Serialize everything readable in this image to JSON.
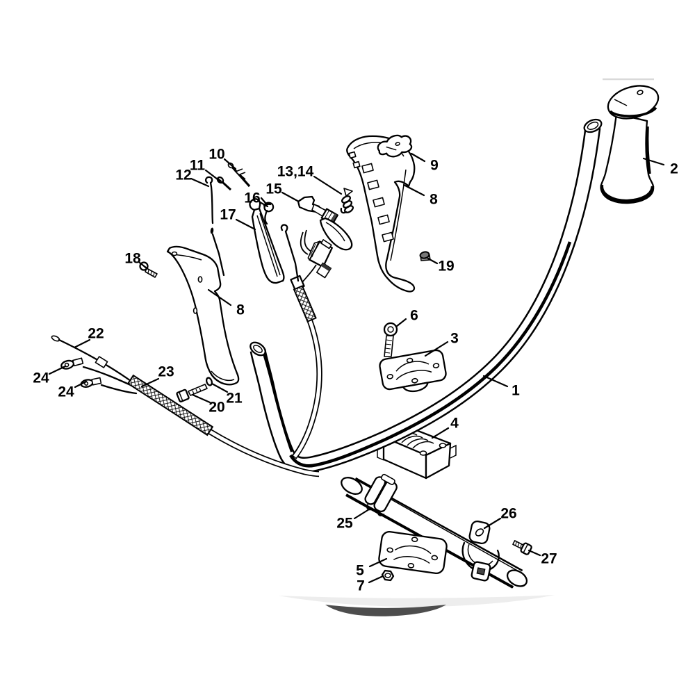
{
  "figure": {
    "type": "exploded-parts-diagram",
    "background": "#ffffff",
    "line_color": "#000000",
    "shadow_light": "#ededed",
    "shadow_dark": "#4d4d4d"
  },
  "callouts": [
    {
      "id": "1",
      "label": "1"
    },
    {
      "id": "2",
      "label": "2"
    },
    {
      "id": "3",
      "label": "3"
    },
    {
      "id": "4",
      "label": "4"
    },
    {
      "id": "5",
      "label": "5"
    },
    {
      "id": "6",
      "label": "6"
    },
    {
      "id": "7",
      "label": "7"
    },
    {
      "id": "8a",
      "label": "8"
    },
    {
      "id": "8b",
      "label": "8"
    },
    {
      "id": "9",
      "label": "9"
    },
    {
      "id": "10",
      "label": "10"
    },
    {
      "id": "11",
      "label": "11"
    },
    {
      "id": "12",
      "label": "12"
    },
    {
      "id": "13-14",
      "label": "13,14"
    },
    {
      "id": "15",
      "label": "15"
    },
    {
      "id": "16",
      "label": "16"
    },
    {
      "id": "17",
      "label": "17"
    },
    {
      "id": "18",
      "label": "18"
    },
    {
      "id": "19",
      "label": "19"
    },
    {
      "id": "20",
      "label": "20"
    },
    {
      "id": "21",
      "label": "21"
    },
    {
      "id": "22",
      "label": "22"
    },
    {
      "id": "23",
      "label": "23"
    },
    {
      "id": "24a",
      "label": "24"
    },
    {
      "id": "24b",
      "label": "24"
    },
    {
      "id": "25",
      "label": "25"
    },
    {
      "id": "26",
      "label": "26"
    },
    {
      "id": "27",
      "label": "27"
    }
  ]
}
